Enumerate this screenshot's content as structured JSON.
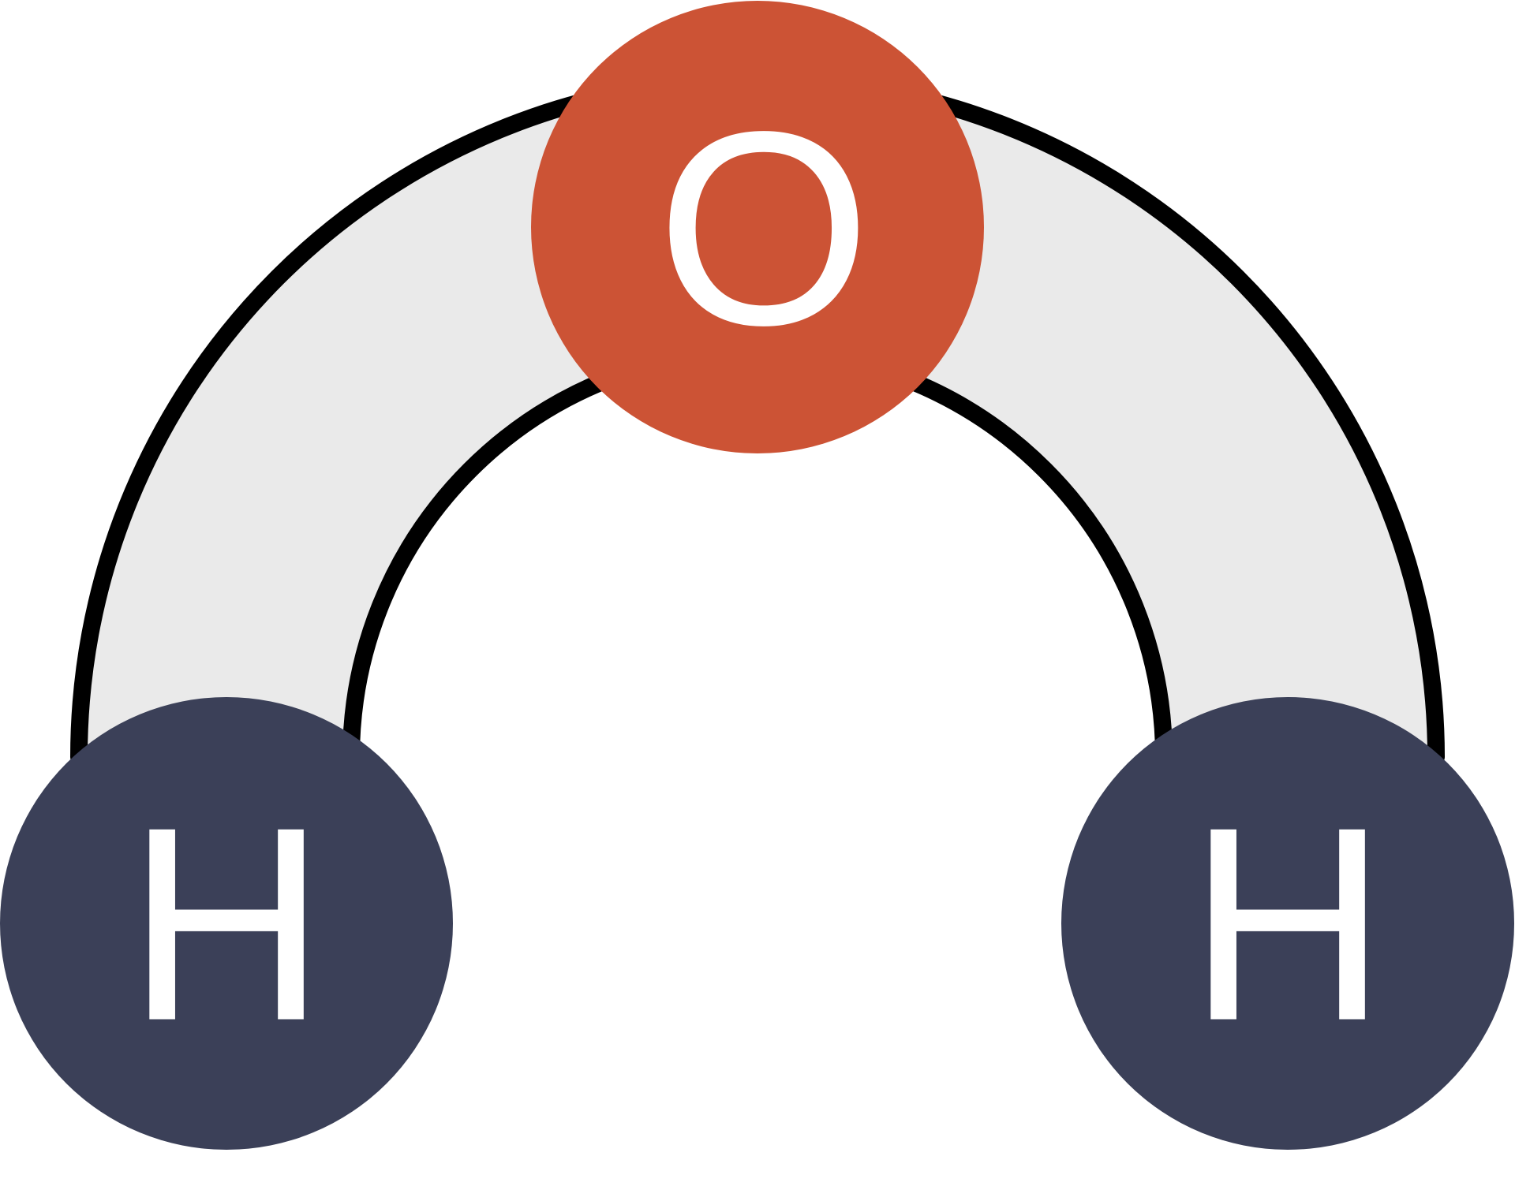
{
  "diagram": {
    "atoms": [
      {
        "id": "oxygen",
        "label": "O",
        "color": "#CC5335"
      },
      {
        "id": "hydrogen-left",
        "label": "H",
        "color": "#3B4058"
      },
      {
        "id": "hydrogen-right",
        "label": "H",
        "color": "#3B4058"
      }
    ],
    "bond": {
      "fill_color": "#EAEAEA",
      "outline_color": "#000000"
    },
    "label_color": "#FFFFFF"
  }
}
